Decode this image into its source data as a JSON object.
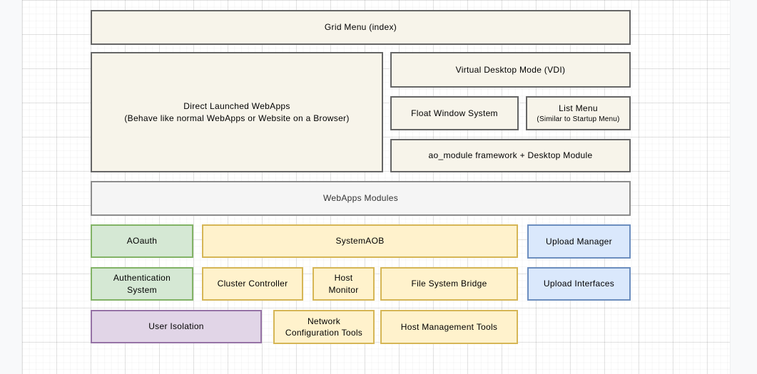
{
  "canvas": {
    "background": "#FFFFFF",
    "off_canvas_background": "#F8F9FA",
    "grid_minor_color": "#F7F7F7",
    "grid_major_color": "#E7E7E7",
    "text_color": "#000000"
  },
  "palette": {
    "cream": {
      "fill": "#F7F4EA",
      "stroke": "#666666"
    },
    "gray": {
      "fill": "#F5F5F5",
      "stroke": "#8C8C8C"
    },
    "green": {
      "fill": "#D5E8D4",
      "stroke": "#82B366"
    },
    "yellow": {
      "fill": "#FFF2CC",
      "stroke": "#D6B656"
    },
    "blue": {
      "fill": "#DAE8FC",
      "stroke": "#6C8EBF"
    },
    "purple": {
      "fill": "#E1D5E7",
      "stroke": "#9673A6"
    }
  },
  "boxes": {
    "grid_menu": {
      "label": "Grid Menu (index)"
    },
    "direct_webapps": {
      "label": "Direct Launched WebApps\n(Behave like normal WebApps or Website on a Browser)"
    },
    "vdi": {
      "label": "Virtual Desktop Mode (VDI)"
    },
    "float_window": {
      "label": "Float Window System"
    },
    "list_menu": {
      "label": "List Menu",
      "sublabel": "(Similar to Startup Menu)"
    },
    "ao_module": {
      "label": "ao_module framework + Desktop Module"
    },
    "webapps_modules": {
      "label": "WebApps Modules"
    },
    "aoauth": {
      "label": "AOauth"
    },
    "system_aob": {
      "label": "SystemAOB"
    },
    "upload_manager": {
      "label": "Upload Manager"
    },
    "auth_system": {
      "label": "Authentication\nSystem"
    },
    "cluster_controller": {
      "label": "Cluster Controller"
    },
    "host_monitor": {
      "label": "Host\nMonitor"
    },
    "file_system_bridge": {
      "label": "File System Bridge"
    },
    "upload_interfaces": {
      "label": "Upload Interfaces"
    },
    "user_isolation": {
      "label": "User Isolation"
    },
    "network_config_tools": {
      "label": "Network\nConfiguration Tools"
    },
    "host_management_tools": {
      "label": "Host Management Tools"
    }
  }
}
